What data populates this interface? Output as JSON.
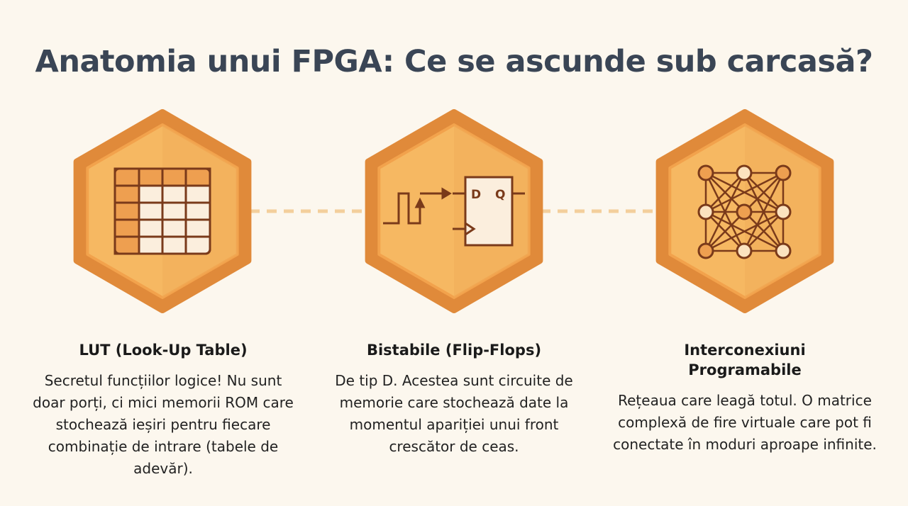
{
  "title": "Anatomia unui FPGA: Ce se ascunde sub carcasă?",
  "colors": {
    "background": "#fcf7ee",
    "hex_border": "#e08a3a",
    "hex_fill": "#f6b862",
    "icon_stroke": "#7a3a1a",
    "connector": "#f3cf9c"
  },
  "cards": [
    {
      "icon": "lut-table-icon",
      "heading": "LUT (Look-Up Table)",
      "body": "Secretul funcțiilor logice! Nu sunt doar porți, ci mici memorii ROM care stochează ieșiri pentru fiecare combinație de intrare (tabele de adevăr)."
    },
    {
      "icon": "flip-flop-icon",
      "heading": "Bistabile (Flip-Flops)",
      "body": "De tip D. Acestea sunt circuite de memorie care stochează date la momentul apariției unui front crescător de ceas.",
      "d_label": "D",
      "q_label": "Q"
    },
    {
      "icon": "interconnect-network-icon",
      "heading": "Interconexiuni Programabile",
      "body": "Rețeaua care leagă totul. O matrice complexă de fire virtuale care pot fi conectate în moduri aproape infinite."
    }
  ]
}
